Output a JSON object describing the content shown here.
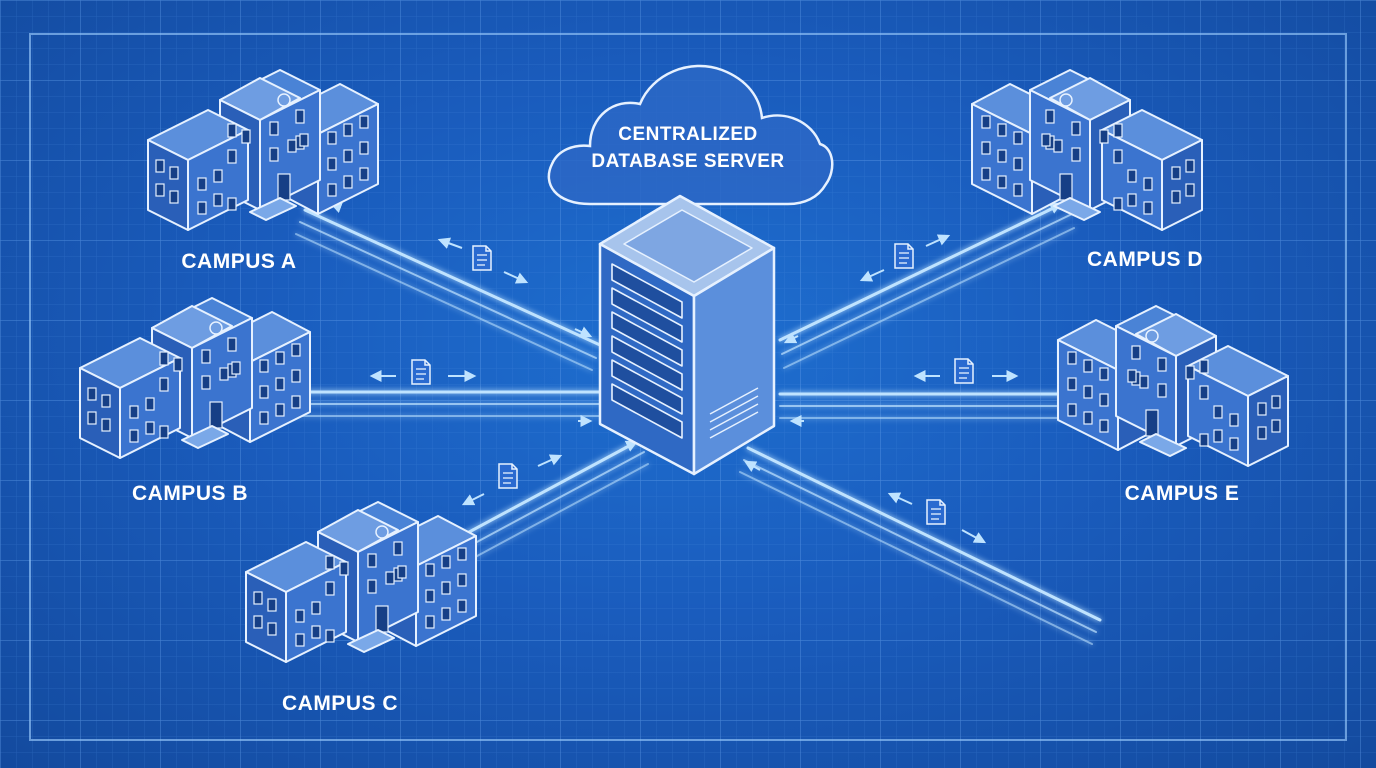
{
  "server": {
    "title_line1": "CENTRALIZED",
    "title_line2": "DATABASE SERVER"
  },
  "campuses": [
    {
      "id": "a",
      "label": "CAMPUS A"
    },
    {
      "id": "b",
      "label": "CAMPUS B"
    },
    {
      "id": "c",
      "label": "CAMPUS C"
    },
    {
      "id": "d",
      "label": "CAMPUS D"
    },
    {
      "id": "e",
      "label": "CAMPUS E"
    }
  ],
  "colors": {
    "background": "#1a5cbd",
    "grid": "#4f8fe0",
    "connection": "#bfe3ff",
    "building": "#2f69c4",
    "outline": "#e6f1ff"
  }
}
